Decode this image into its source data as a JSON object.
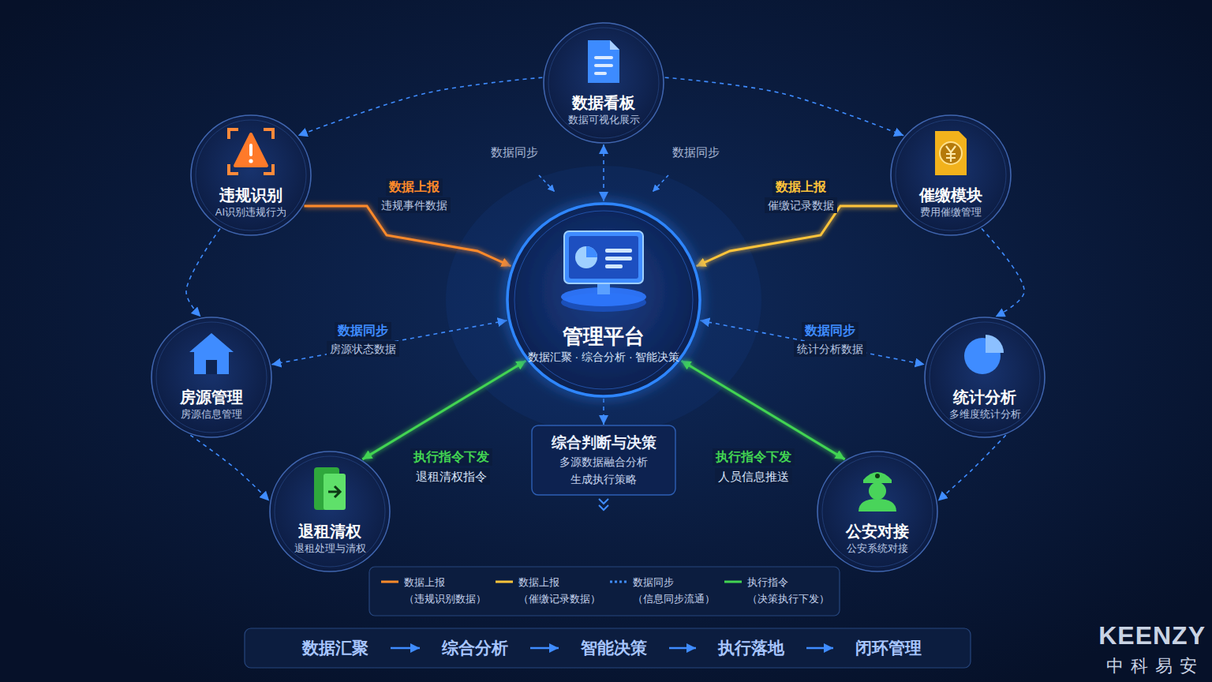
{
  "diagram": {
    "nodes": [
      {
        "text": [
          "数据看板",
          "数据可视化展示"
        ]
      },
      {
        "text": [
          "违规识别",
          "AI识别违规行为"
        ]
      },
      {
        "text": [
          "催缴模块",
          "费用催缴管理"
        ]
      },
      {
        "text": [
          "管理平台",
          "数据汇聚 · 综合分析 · 智能决策"
        ]
      },
      {
        "text": [
          "房源管理",
          "房源信息管理"
        ]
      },
      {
        "text": [
          "统计分析",
          "多维度统计分析"
        ]
      },
      {
        "text": [
          "综合判断与决策",
          "多源数据融合分析 生成执行策略"
        ]
      },
      {
        "text": [
          "退租清权",
          "退租处理与清权"
        ]
      },
      {
        "text": [
          "公安对接",
          "公安系统对接"
        ]
      },
      {
        "text": [
          "数据汇聚"
        ]
      },
      {
        "text": [
          "综合分析"
        ]
      },
      {
        "text": [
          "智能决策"
        ]
      },
      {
        "text": [
          "执行落地"
        ]
      },
      {
        "text": [
          "闭环管理"
        ]
      }
    ],
    "edges": [
      {
        "from": 0,
        "to": 1,
        "arrow": "to"
      },
      {
        "from": 0,
        "to": 2,
        "arrow": "to"
      },
      {
        "from": 1,
        "to": 4,
        "arrow": "to"
      },
      {
        "from": 2,
        "to": 5,
        "arrow": "to"
      },
      {
        "from": 4,
        "to": 7,
        "arrow": "to"
      },
      {
        "from": 5,
        "to": 8,
        "arrow": "to"
      },
      {
        "from": 1,
        "to": 3,
        "label": "数据上报",
        "arrow": "to"
      },
      {
        "from": 2,
        "to": 3,
        "label": "数据上报",
        "arrow": "to"
      },
      {
        "from": 0,
        "to": 3,
        "arrow": "both"
      },
      {
        "from": 3,
        "to": 4,
        "label": "数据同步",
        "arrow": "both"
      },
      {
        "from": 3,
        "to": 5,
        "label": "数据同步",
        "arrow": "both"
      },
      {
        "from": 3,
        "to": 7,
        "label": "执行指令下发",
        "arrow": "both"
      },
      {
        "from": 3,
        "to": 8,
        "label": "执行指令下发",
        "arrow": "both"
      },
      {
        "from": 3,
        "to": 6,
        "arrow": "to"
      },
      {
        "from": 9,
        "to": 10,
        "arrow": "to"
      },
      {
        "from": 10,
        "to": 11,
        "arrow": "to"
      },
      {
        "from": 11,
        "to": 12,
        "arrow": "to"
      },
      {
        "from": 12,
        "to": 13,
        "arrow": "to"
      }
    ],
    "labels": [
      "数据同步",
      "数据同步",
      "违规事件数据",
      "催缴记录数据",
      "房源状态数据",
      "统计分析数据",
      "退租清权指令",
      "人员信息推送",
      "KEENZY",
      "中科易安"
    ],
    "legend": [
      {
        "text": "数据上报 （违规识别数据）"
      },
      {
        "text": "数据上报 （催缴记录数据）"
      },
      {
        "text": "数据同步 （信息同步流通）"
      },
      {
        "text": "执行指令 （决策执行下发）"
      }
    ]
  }
}
